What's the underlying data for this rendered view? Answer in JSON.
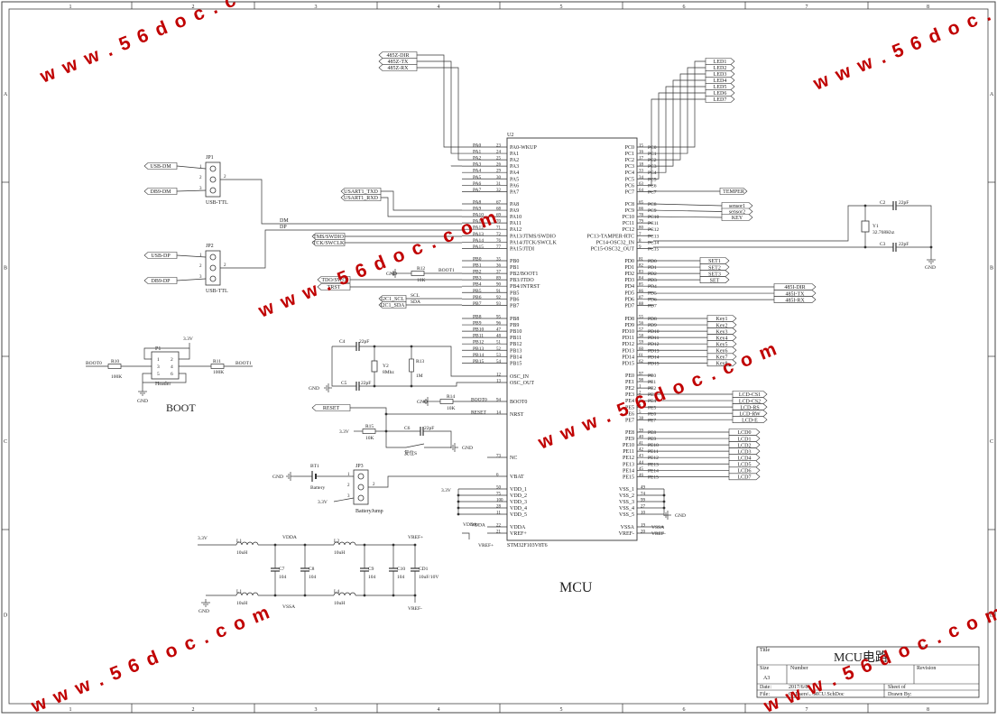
{
  "watermark": "w w w . 5 6 d o c . c o m",
  "frame": {
    "top_numbers": [
      "1",
      "2",
      "3",
      "4",
      "5",
      "6",
      "7",
      "8"
    ],
    "side_letters": [
      "A",
      "B",
      "C",
      "D"
    ]
  },
  "title_block": {
    "title_label": "Title",
    "title_value": "MCU电路",
    "size_label": "Size",
    "size_value": "A3",
    "number_label": "Number",
    "revision_label": "Revision",
    "date_label": "Date:",
    "date_value": "2017/6/8",
    "file_label": "File:",
    "file_value": "C:\\Users\\..\\MCU.SchDoc",
    "sheet_label": "Sheet    of",
    "drawn_label": "Drawn By:"
  },
  "mcu": {
    "ref": "U2",
    "part": "STM32F103V8T6",
    "section_title": "MCU",
    "left_pins": [
      {
        "num": "23",
        "name": "PA0-WKUP",
        "net": "PA0"
      },
      {
        "num": "24",
        "name": "PA1",
        "net": "PA1"
      },
      {
        "num": "25",
        "name": "PA2",
        "net": "PA2"
      },
      {
        "num": "26",
        "name": "PA3",
        "net": "PA3"
      },
      {
        "num": "29",
        "name": "PA4",
        "net": "PA4"
      },
      {
        "num": "30",
        "name": "PA5",
        "net": "PA5"
      },
      {
        "num": "31",
        "name": "PA6",
        "net": "PA6"
      },
      {
        "num": "32",
        "name": "PA7",
        "net": "PA7"
      },
      {
        "num": "67",
        "name": "PA8",
        "net": "PA8"
      },
      {
        "num": "68",
        "name": "PA9",
        "net": "PA9"
      },
      {
        "num": "69",
        "name": "PA10",
        "net": "PA10"
      },
      {
        "num": "70",
        "name": "PA11",
        "net": "PA11"
      },
      {
        "num": "71",
        "name": "PA12",
        "net": "PA12"
      },
      {
        "num": "72",
        "name": "PA13/JTMS/SWDIO",
        "net": "PA13"
      },
      {
        "num": "76",
        "name": "PA14/JTCK/SWCLK",
        "net": "PA14"
      },
      {
        "num": "77",
        "name": "PA15/JTDI",
        "net": "PA15"
      },
      {
        "num": "35",
        "name": "PB0",
        "net": "PB0"
      },
      {
        "num": "36",
        "name": "PB1",
        "net": "PB1"
      },
      {
        "num": "37",
        "name": "PB2/BOOT1",
        "net": "PB2"
      },
      {
        "num": "89",
        "name": "PB3/JTDO",
        "net": "PB3"
      },
      {
        "num": "90",
        "name": "PB4/JNTRST",
        "net": "PB4"
      },
      {
        "num": "91",
        "name": "PB5",
        "net": "PB5"
      },
      {
        "num": "92",
        "name": "PB6",
        "net": "PB6"
      },
      {
        "num": "93",
        "name": "PB7",
        "net": "PB7"
      },
      {
        "num": "95",
        "name": "PB8",
        "net": "PB8"
      },
      {
        "num": "96",
        "name": "PB9",
        "net": "PB9"
      },
      {
        "num": "47",
        "name": "PB10",
        "net": "PB10"
      },
      {
        "num": "48",
        "name": "PB11",
        "net": "PB11"
      },
      {
        "num": "51",
        "name": "PB12",
        "net": "PB12"
      },
      {
        "num": "52",
        "name": "PB13",
        "net": "PB13"
      },
      {
        "num": "53",
        "name": "PB14",
        "net": "PB14"
      },
      {
        "num": "54",
        "name": "PB15",
        "net": "PB15"
      }
    ],
    "left_misc": [
      {
        "num": "12",
        "name": "OSC_IN",
        "net": ""
      },
      {
        "num": "13",
        "name": "OSC_OUT",
        "net": ""
      },
      {
        "num": "94",
        "name": "BOOT0",
        "net": "BOOT0"
      },
      {
        "num": "14",
        "name": "NRST",
        "net": "RESET"
      },
      {
        "num": "73",
        "name": "NC",
        "net": ""
      },
      {
        "num": "6",
        "name": "VBAT",
        "net": ""
      },
      {
        "num": "50",
        "name": "VDD_1",
        "net": ""
      },
      {
        "num": "75",
        "name": "VDD_2",
        "net": ""
      },
      {
        "num": "100",
        "name": "VDD_3",
        "net": ""
      },
      {
        "num": "28",
        "name": "VDD_4",
        "net": ""
      },
      {
        "num": "11",
        "name": "VDD_5",
        "net": ""
      },
      {
        "num": "22",
        "name": "VDDA",
        "net": "VDDA"
      },
      {
        "num": "21",
        "name": "VREF+",
        "net": ""
      }
    ],
    "right_pins": [
      {
        "num": "15",
        "name": "PC0",
        "net": "PC0"
      },
      {
        "num": "16",
        "name": "PC1",
        "net": "PC1"
      },
      {
        "num": "17",
        "name": "PC2",
        "net": "PC2"
      },
      {
        "num": "18",
        "name": "PC3",
        "net": "PC3"
      },
      {
        "num": "33",
        "name": "PC4",
        "net": "PC4"
      },
      {
        "num": "34",
        "name": "PC5",
        "net": "PC5"
      },
      {
        "num": "63",
        "name": "PC6",
        "net": "PC6"
      },
      {
        "num": "64",
        "name": "PC7",
        "net": "PC7"
      },
      {
        "num": "65",
        "name": "PC8",
        "net": "PC8"
      },
      {
        "num": "66",
        "name": "PC9",
        "net": "PC9"
      },
      {
        "num": "78",
        "name": "PC10",
        "net": "PC10"
      },
      {
        "num": "79",
        "name": "PC11",
        "net": "PC11"
      },
      {
        "num": "80",
        "name": "PC12",
        "net": "PC12"
      },
      {
        "num": "7",
        "name": "PC13-TAMPER-RTC",
        "net": "PC13"
      },
      {
        "num": "8",
        "name": "PC14-OSC32_IN",
        "net": "PC14"
      },
      {
        "num": "9",
        "name": "PC15-OSC32_OUT",
        "net": "PC15"
      },
      {
        "num": "81",
        "name": "PD0",
        "net": "PD0"
      },
      {
        "num": "82",
        "name": "PD1",
        "net": "PD1"
      },
      {
        "num": "83",
        "name": "PD2",
        "net": "PD2"
      },
      {
        "num": "84",
        "name": "PD3",
        "net": "PD3"
      },
      {
        "num": "85",
        "name": "PD4",
        "net": "PD4"
      },
      {
        "num": "86",
        "name": "PD5",
        "net": "PD5"
      },
      {
        "num": "87",
        "name": "PD6",
        "net": "PD6"
      },
      {
        "num": "88",
        "name": "PD7",
        "net": "PD7"
      },
      {
        "num": "55",
        "name": "PD8",
        "net": "PD8"
      },
      {
        "num": "56",
        "name": "PD9",
        "net": "PD9"
      },
      {
        "num": "57",
        "name": "PD10",
        "net": "PD10"
      },
      {
        "num": "58",
        "name": "PD11",
        "net": "PD11"
      },
      {
        "num": "59",
        "name": "PD12",
        "net": "PD12"
      },
      {
        "num": "60",
        "name": "PD13",
        "net": "PD13"
      },
      {
        "num": "61",
        "name": "PD14",
        "net": "PD14"
      },
      {
        "num": "62",
        "name": "PD15",
        "net": "PD15"
      },
      {
        "num": "97",
        "name": "PE0",
        "net": "PE0"
      },
      {
        "num": "98",
        "name": "PE1",
        "net": "PE1"
      },
      {
        "num": "1",
        "name": "PE2",
        "net": "PE2"
      },
      {
        "num": "2",
        "name": "PE3",
        "net": "PE3"
      },
      {
        "num": "3",
        "name": "PE4",
        "net": "PE4"
      },
      {
        "num": "4",
        "name": "PE5",
        "net": "PE5"
      },
      {
        "num": "5",
        "name": "PE6",
        "net": "PE6"
      },
      {
        "num": "38",
        "name": "PE7",
        "net": "PE7"
      },
      {
        "num": "39",
        "name": "PE8",
        "net": "PE8"
      },
      {
        "num": "40",
        "name": "PE9",
        "net": "PE9"
      },
      {
        "num": "41",
        "name": "PE10",
        "net": "PE10"
      },
      {
        "num": "42",
        "name": "PE11",
        "net": "PE11"
      },
      {
        "num": "43",
        "name": "PE12",
        "net": "PE12"
      },
      {
        "num": "44",
        "name": "PE13",
        "net": "PE13"
      },
      {
        "num": "45",
        "name": "PE14",
        "net": "PE14"
      },
      {
        "num": "46",
        "name": "PE15",
        "net": "PE15"
      }
    ],
    "right_misc": [
      {
        "num": "49",
        "name": "VSS_1",
        "net": ""
      },
      {
        "num": "74",
        "name": "VSS_2",
        "net": ""
      },
      {
        "num": "99",
        "name": "VSS_3",
        "net": ""
      },
      {
        "num": "27",
        "name": "VSS_4",
        "net": ""
      },
      {
        "num": "10",
        "name": "VSS_5",
        "net": ""
      },
      {
        "num": "19",
        "name": "VSSA",
        "net": "VSSA"
      },
      {
        "num": "20",
        "name": "VREF-",
        "net": "VREF-"
      }
    ]
  },
  "ports": {
    "rs485_top": [
      "485Z-DIR",
      "485Z-TX",
      "485Z-RX"
    ],
    "leds": [
      "LED1",
      "LED2",
      "LED3",
      "LED4",
      "LED5",
      "LED6",
      "LED7"
    ],
    "temper": "TEMPER",
    "sensors": [
      "sensor1",
      "sensor2",
      "KEY"
    ],
    "sets": [
      "SET1",
      "SET2",
      "SET3",
      "SET"
    ],
    "rs485_right": [
      "485I-DIR",
      "485I-TX",
      "485I-RX"
    ],
    "keys": [
      "Key1",
      "Key2",
      "Key3",
      "Key4",
      "Key5",
      "Key6",
      "Key7",
      "Key8"
    ],
    "lcd_ctrl": [
      "LCD-CS1",
      "LCD-CS2",
      "LCD-RS",
      "LCD-RW",
      "LCD-E"
    ],
    "lcd_data": [
      "LCD0",
      "LCD1",
      "LCD2",
      "LCD3",
      "LCD4",
      "LCD5",
      "LCD6",
      "LCD7"
    ],
    "usb_left": [
      "USB-DM",
      "DB9-DM",
      "USB-DP",
      "DB9-DP"
    ],
    "usart": [
      "USART1_TXD",
      "USART1_RXD"
    ],
    "jtag": [
      "TMS/SWDIO",
      "TCK/SWCLK"
    ],
    "pb_ports": [
      "TDO/SWO",
      "TRST",
      "I2C1_SCL",
      "I2C1_SDA"
    ],
    "reset": "RESET",
    "boot0_net": "BOOT0",
    "boot1_net": "BOOT1"
  },
  "components": {
    "jp1": {
      "ref": "JP1",
      "name": "USB-TTL",
      "pins": [
        "1",
        "2",
        "3"
      ]
    },
    "jp2": {
      "ref": "JP2",
      "name": "USB-TTL",
      "pins": [
        "1",
        "2",
        "3"
      ]
    },
    "jp3": {
      "ref": "JP3",
      "name": "BatteryJump",
      "pins": [
        "1",
        "2",
        "3"
      ]
    },
    "p1": {
      "ref": "P1",
      "name": "Header",
      "pins": [
        "1",
        "2",
        "3",
        "4",
        "5",
        "6"
      ]
    },
    "boot_title": "BOOT",
    "r10": {
      "ref": "R10",
      "value": "100K"
    },
    "r11": {
      "ref": "R11",
      "value": "100K"
    },
    "r12": {
      "ref": "R12",
      "value": "10K"
    },
    "r13": {
      "ref": "R13",
      "value": "1M"
    },
    "r14": {
      "ref": "R14",
      "value": "10K"
    },
    "r15": {
      "ref": "R15",
      "value": "10K"
    },
    "c2": {
      "ref": "C2",
      "value": "22pF"
    },
    "c3": {
      "ref": "C3",
      "value": "22pF"
    },
    "c4": {
      "ref": "C4",
      "value": "22pF"
    },
    "c5": {
      "ref": "C5",
      "value": "22pF"
    },
    "c6": {
      "ref": "C6",
      "value": "22pF"
    },
    "y1": {
      "ref": "Y1",
      "value": "32.768Khz"
    },
    "y2": {
      "ref": "Y2",
      "value": "8Mhz"
    },
    "bt1": {
      "ref": "BT1",
      "value": "Battery"
    },
    "reset_sw": "复位S",
    "l1a": {
      "ref": "L1",
      "value": "10uH"
    },
    "l1b": {
      "ref": "L1",
      "value": "10uH"
    },
    "l2": {
      "ref": "L2",
      "value": "10uH"
    },
    "l4": {
      "ref": "L4",
      "value": "10uH"
    },
    "c7": {
      "ref": "C7",
      "value": "104"
    },
    "c8": {
      "ref": "C8",
      "value": "104"
    },
    "c9": {
      "ref": "C9",
      "value": "104"
    },
    "c10": {
      "ref": "C10",
      "value": "104"
    },
    "cd1": {
      "ref": "CD1",
      "value": "10uF/10V"
    },
    "nets": {
      "v33": "3.3V",
      "gnd": "GND",
      "vdda": "VDDA",
      "vssa": "VSSA",
      "vrefp": "VREF+",
      "vrefn": "VREF-",
      "dm": "DM",
      "dp": "DP",
      "scl": "SCL",
      "sda": "SDA"
    }
  }
}
